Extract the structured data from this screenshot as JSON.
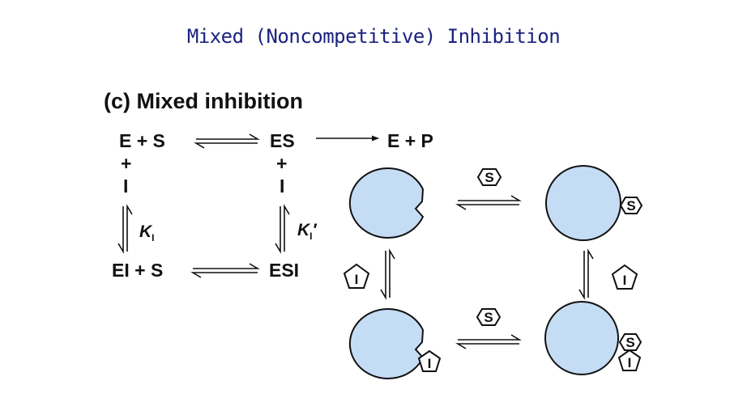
{
  "title": "Mixed (Noncompetitive) Inhibition",
  "panel_heading": "(c) Mixed inhibition",
  "scheme": {
    "e_plus_s": "E + S",
    "es": "ES",
    "e_plus_p": "E + P",
    "plus": "+",
    "inhibitor": "I",
    "ei_plus_s": "EI + S",
    "esi": "ESI",
    "ki_symbol": "K",
    "ki_subscript": "I",
    "ki_prime_suffix": "′"
  },
  "cartoon": {
    "substrate_label": "S",
    "inhibitor_label": "I",
    "colors": {
      "enzyme_fill": "#c5dcf5",
      "outline": "#111111",
      "title_color": "#1a237e"
    }
  }
}
